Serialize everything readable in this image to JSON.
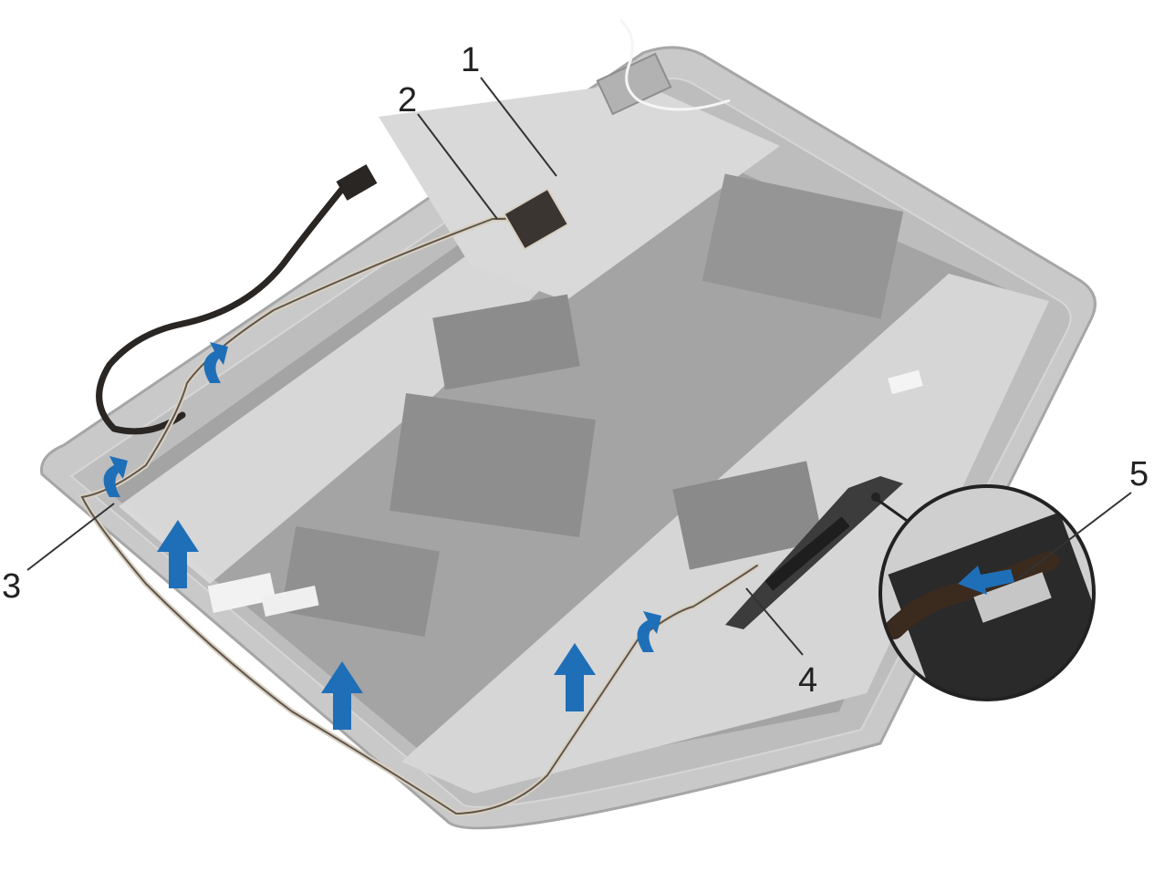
{
  "colors": {
    "shell_outer": "#c7c7c7",
    "shell_rim": "#a9a9a9",
    "shell_inner": "#b8b8b8",
    "panel_dark": "#9d9d9d",
    "foil": "#dcdcdc",
    "cable": "#2a2623",
    "cable_braid": "#d8cfc0",
    "arrow_blue": "#1f6fb8",
    "leader": "#333333"
  },
  "icons": {
    "lift_arrow": "lift-up-arrow-icon",
    "unroute_arrow": "curved-release-arrow-icon",
    "connector": "camera-cable-connector"
  },
  "callouts": [
    {
      "id": "callout-1",
      "label": "1"
    },
    {
      "id": "callout-2",
      "label": "2"
    },
    {
      "id": "callout-3",
      "label": "3"
    },
    {
      "id": "callout-4",
      "label": "4"
    },
    {
      "id": "callout-5",
      "label": "5"
    }
  ]
}
